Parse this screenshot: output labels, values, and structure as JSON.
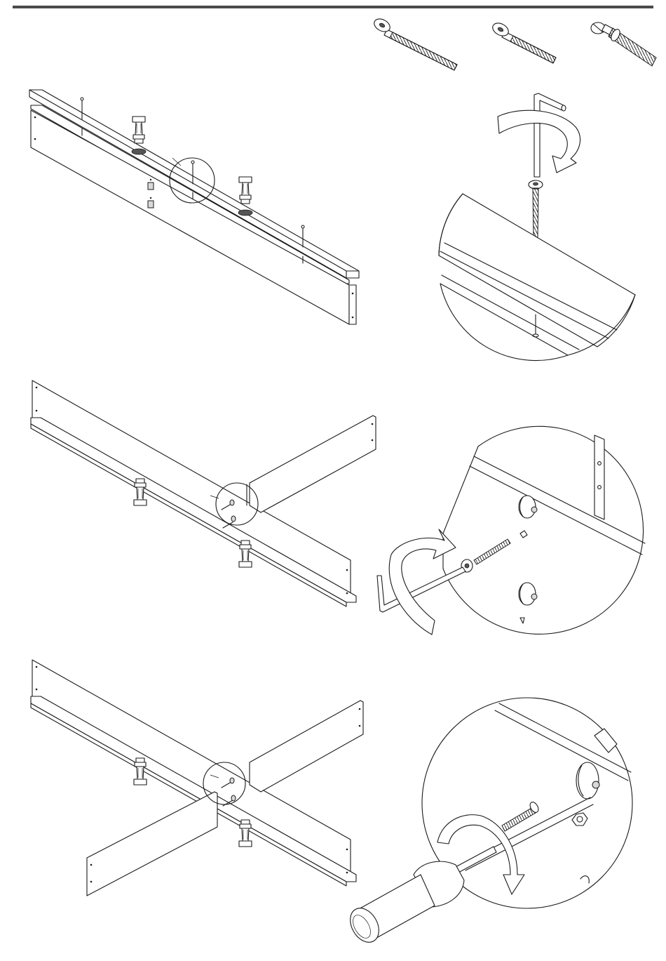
{
  "sheet": {
    "header_rule_color": "#4a4a4a",
    "line_color": "#1a1a1a"
  },
  "hardware": [
    {
      "id": "long-bolt",
      "icon": "hex-socket-long-bolt-icon"
    },
    {
      "id": "short-bolt",
      "icon": "hex-socket-short-bolt-icon"
    },
    {
      "id": "cam-dowel",
      "icon": "cam-dowel-icon"
    }
  ],
  "steps": [
    {
      "id": "step-1",
      "tool": "allen-key-icon"
    },
    {
      "id": "step-2",
      "tool": "allen-key-icon"
    },
    {
      "id": "step-3",
      "tool": "screwdriver-icon"
    }
  ]
}
